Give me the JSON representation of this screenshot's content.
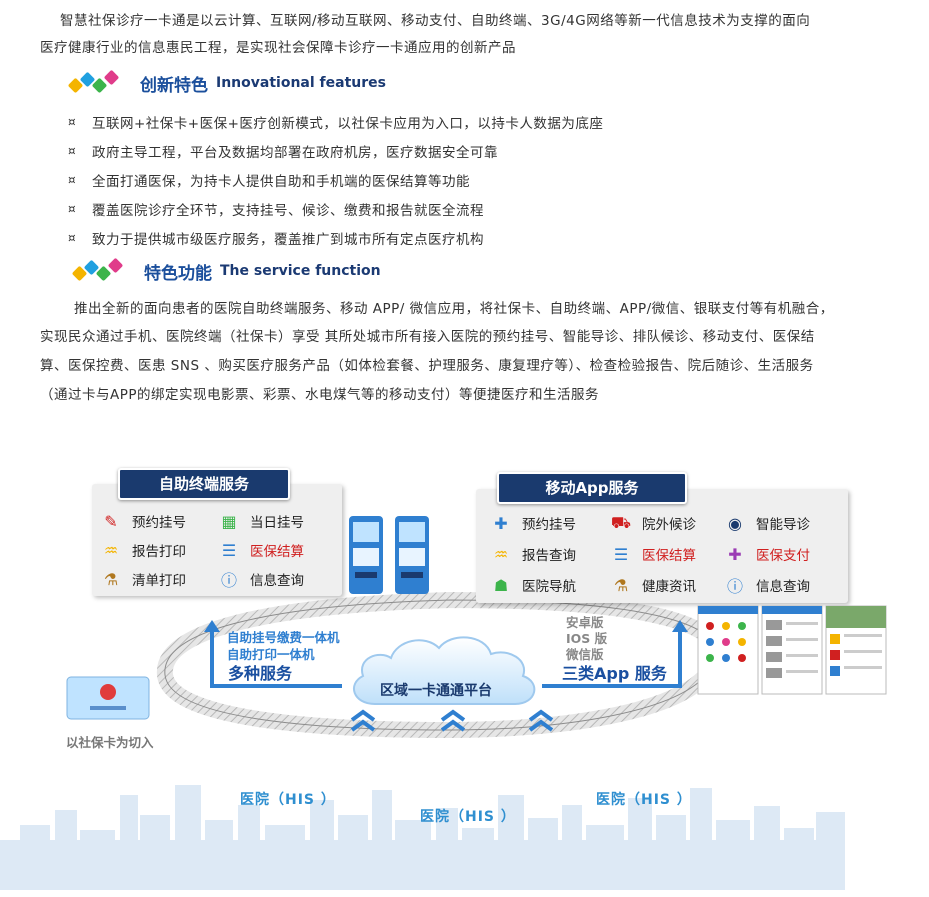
{
  "intro": {
    "line1": "智慧社保诊疗一卡通是以云计算、互联网/移动互联网、移动支付、自助终端、3G/4G网络等新一代信息技术为支撑的面向",
    "line2": "医疗健康行业的信息惠民工程，是实现社会保障卡诊疗一卡通应用的创新产品"
  },
  "section1": {
    "title_zh": "创新特色",
    "title_en": "Innovational features",
    "bullet_mark": "¤",
    "items": [
      "互联网+社保卡+医保+医疗创新模式，以社保卡应用为入口，以持卡人数据为底座",
      "政府主导工程，平台及数据均部署在政府机房，医疗数据安全可靠",
      "全面打通医保，为持卡人提供自助和手机端的医保结算等功能",
      "覆盖医院诊疗全环节，支持挂号、候诊、缴费和报告就医全流程",
      "致力于提供城市级医疗服务，覆盖推广到城市所有定点医疗机构"
    ]
  },
  "section2": {
    "title_zh": "特色功能",
    "title_en": "The service function",
    "para": [
      "推出全新的面向患者的医院自助终端服务、移动 APP/ 微信应用，将社保卡、自助终端、APP/微信、银联支付等有机融合，",
      "实现民众通过手机、医院终端（社保卡）享受 其所处城市所有接入医院的预约挂号、智能导诊、排队候诊、移动支付、医保结",
      "算、医保控费、医患 SNS 、购买医疗服务产品（如体检套餐、护理服务、康复理疗等）、检查检验报告、院后随诊、生活服务",
      "（通过卡与APP的绑定实现电影票、彩票、水电煤气等的移动支付）等便捷医疗和生活服务"
    ]
  },
  "diagram": {
    "self_service": {
      "title": "自助终端服务",
      "items": [
        "预约挂号",
        "当日挂号",
        "报告打印",
        "医保结算",
        "清单打印",
        "信息查询"
      ]
    },
    "mobile": {
      "title": "移动App服务",
      "items": [
        "预约挂号",
        "院外候诊",
        "智能导诊",
        "报告查询",
        "医保结算",
        "医保支付",
        "医院导航",
        "健康资讯",
        "信息查询"
      ]
    },
    "left_flow": {
      "line1": "自助挂号缴费一体机",
      "line2": "自助打印一体机",
      "main": "多种服务"
    },
    "right_flow": {
      "line1": "安卓版",
      "line2": "IOS 版",
      "line3": "微信版",
      "main": "三类App 服务"
    },
    "cloud_label": "区域一卡通通平台",
    "card_label": "以社保卡为切入",
    "his": [
      "医院（HIS ）",
      "医院（HIS ）",
      "医院（HIS ）"
    ]
  },
  "colors": {
    "title_blue": "#1b4f9c",
    "panel_dark": "#1a3a6e",
    "flow_blue": "#2f7fd0",
    "alert_red": "#d02020"
  }
}
